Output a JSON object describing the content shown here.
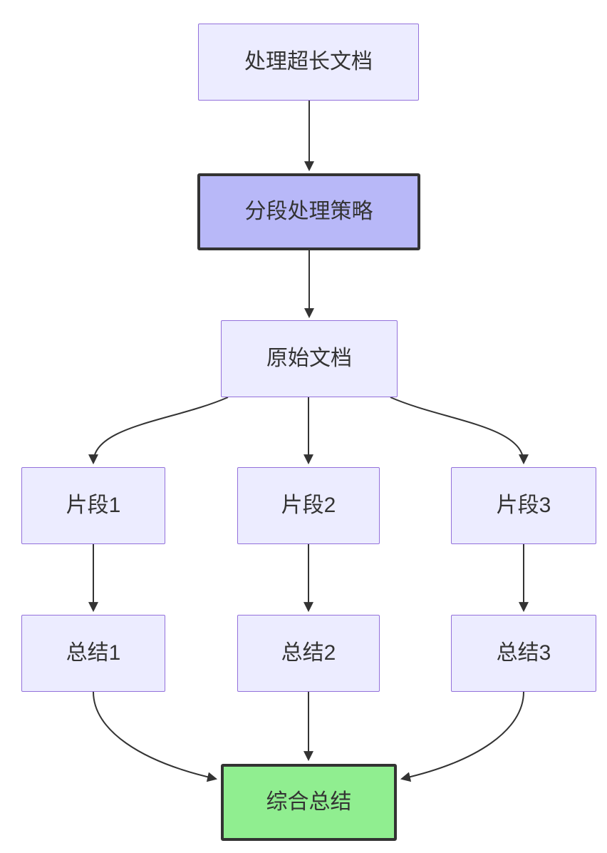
{
  "diagram": {
    "type": "flowchart",
    "direction": "top-down",
    "background": "#ffffff",
    "nodes": [
      {
        "id": "A",
        "label": "处理超长文档",
        "role": "start",
        "fill": "#ececff",
        "border": "#9370db"
      },
      {
        "id": "B",
        "label": "分段处理策略",
        "role": "strategy",
        "fill": "#b8b8f8",
        "border": "#333333"
      },
      {
        "id": "C",
        "label": "原始文档",
        "role": "source",
        "fill": "#ececff",
        "border": "#9370db"
      },
      {
        "id": "D",
        "label": "片段1",
        "role": "fragment",
        "fill": "#ececff",
        "border": "#9370db"
      },
      {
        "id": "E",
        "label": "片段2",
        "role": "fragment",
        "fill": "#ececff",
        "border": "#9370db"
      },
      {
        "id": "F",
        "label": "片段3",
        "role": "fragment",
        "fill": "#ececff",
        "border": "#9370db"
      },
      {
        "id": "G",
        "label": "总结1",
        "role": "summary",
        "fill": "#ececff",
        "border": "#9370db"
      },
      {
        "id": "H",
        "label": "总结2",
        "role": "summary",
        "fill": "#ececff",
        "border": "#9370db"
      },
      {
        "id": "I",
        "label": "总结3",
        "role": "summary",
        "fill": "#ececff",
        "border": "#9370db"
      },
      {
        "id": "J",
        "label": "综合总结",
        "role": "result",
        "fill": "#90ee90",
        "border": "#333333"
      }
    ],
    "edges": [
      {
        "from": "处理超长文档",
        "to": "分段处理策略"
      },
      {
        "from": "分段处理策略",
        "to": "原始文档"
      },
      {
        "from": "原始文档",
        "to": "片段1"
      },
      {
        "from": "原始文档",
        "to": "片段2"
      },
      {
        "from": "原始文档",
        "to": "片段3"
      },
      {
        "from": "片段1",
        "to": "总结1"
      },
      {
        "from": "片段2",
        "to": "总结2"
      },
      {
        "from": "片段3",
        "to": "总结3"
      },
      {
        "from": "总结1",
        "to": "综合总结"
      },
      {
        "from": "总结2",
        "to": "综合总结"
      },
      {
        "from": "总结3",
        "to": "综合总结"
      }
    ],
    "colors": {
      "background": "#ffffff",
      "default_node_fill": "#ececff",
      "default_node_border": "#9370db",
      "highlight_node_fill": "#b8b8f8",
      "highlight_node_border": "#333333",
      "result_node_fill": "#90ee90",
      "result_node_border": "#333333",
      "edge": "#333333",
      "text": "#333333"
    }
  }
}
